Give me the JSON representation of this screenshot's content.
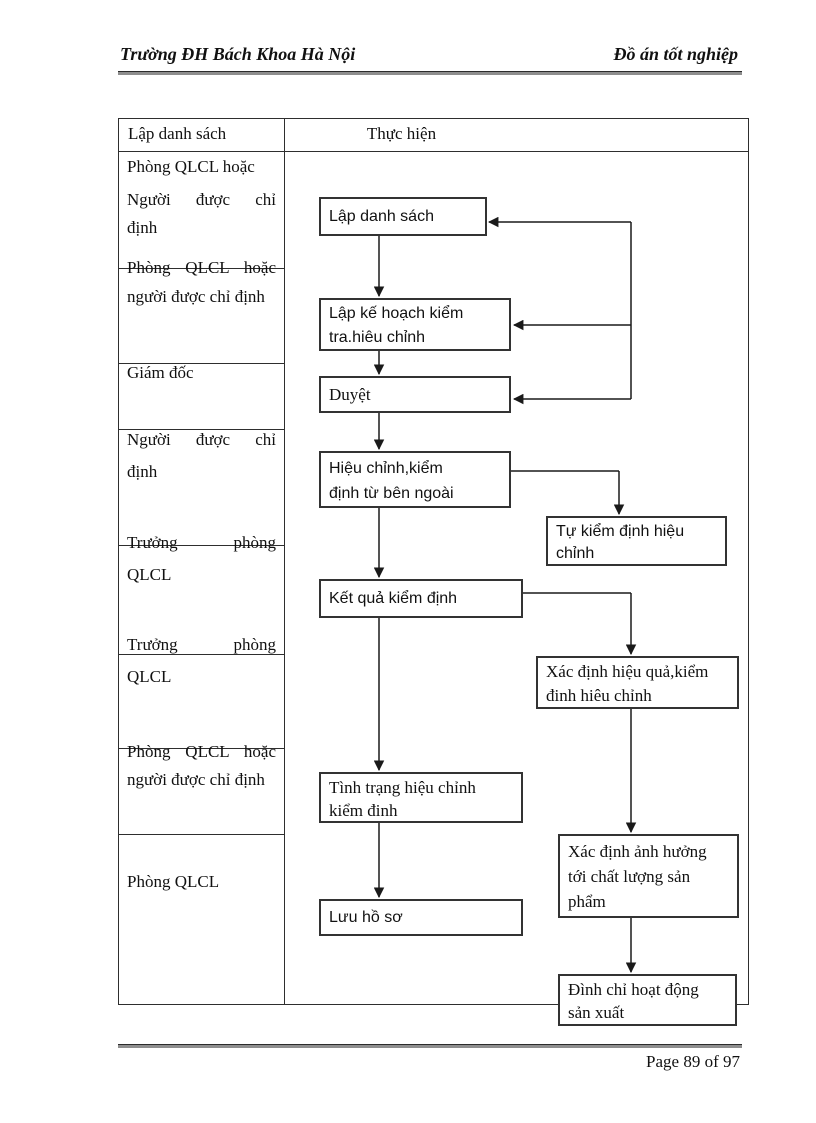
{
  "header": {
    "left_title": "Trường ĐH Bách Khoa Hà Nội",
    "right_title": "Đồ án tốt nghiệp"
  },
  "footer": {
    "page_label": "Page 89 of 97"
  },
  "table": {
    "col1_header": "Lập danh sách",
    "col2_header": "Thực hiện",
    "left_lines": [
      "Phòng QLCL hoặc",
      "Người được chỉ",
      "định",
      "Phòng QLCL hoặc",
      "người được chỉ định",
      "Giám đốc",
      "Người được chỉ",
      "định",
      "Trưởng phòng",
      "QLCL",
      "Trưởng phòng",
      "QLCL",
      "Phòng QLCL hoặc",
      "người được chỉ định",
      "Phòng QLCL"
    ]
  },
  "flowchart": {
    "boxes": [
      {
        "name": "lap-danh-sach",
        "label": "Lập danh sách"
      },
      {
        "name": "lap-ke-hoach-kiem-tra",
        "label": "Lập kế hoạch kiểm\ntra.hiêu chỉnh"
      },
      {
        "name": "duyet",
        "label": "Duyệt"
      },
      {
        "name": "hieu-chinh-kiem-dinh-ben-ngoai",
        "label": "Hiệu chỉnh,kiểm\nđịnh từ bên ngoài"
      },
      {
        "name": "tu-kiem-dinh-hieu-chinh",
        "label": "Tự kiểm định hiệu\nchỉnh"
      },
      {
        "name": "ket-qua-kiem-dinh",
        "label": "Kết quả kiểm định"
      },
      {
        "name": "xac-dinh-hieu-qua-kiem-dinh",
        "label": "Xác định hiệu quả,kiểm\nđinh hiêu chỉnh"
      },
      {
        "name": "tinh-trang-hieu-chinh-kiem-dinh",
        "label": "Tình trạng hiệu chỉnh\nkiểm đinh"
      },
      {
        "name": "xac-dinh-anh-huong",
        "label": "Xác định ảnh hưởng\ntới chất lượng sản\nphẩm"
      },
      {
        "name": "luu-ho-so",
        "label": "Lưu hồ sơ"
      },
      {
        "name": "dinh-chi-hoat-dong-san-xuat",
        "label": "Đình chỉ hoạt động\nsản xuất"
      }
    ]
  }
}
